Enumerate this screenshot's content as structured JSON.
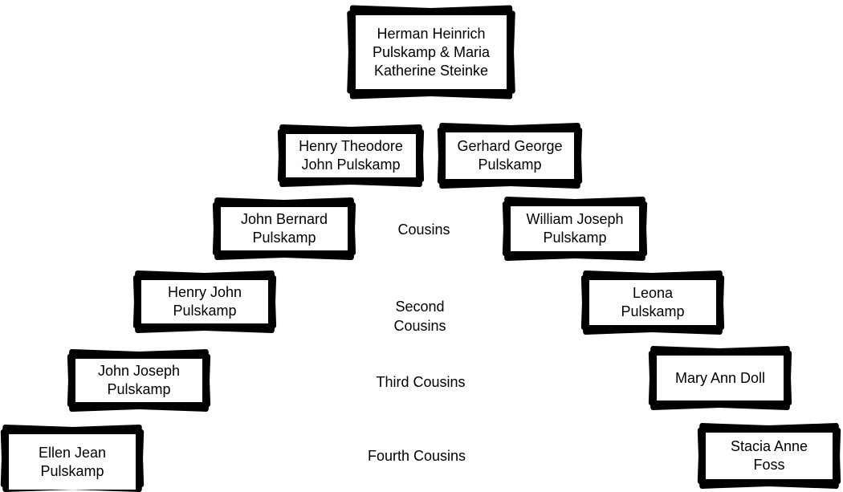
{
  "ancestor": {
    "name": "Herman Heinrich\nPulskamp & Maria\nKatherine Steinke"
  },
  "left_line": [
    "Henry Theodore\nJohn Pulskamp",
    "John Bernard\nPulskamp",
    "Henry John\nPulskamp",
    "John Joseph\nPulskamp",
    "Ellen Jean\nPulskamp"
  ],
  "right_line": [
    "Gerhard George\nPulskamp",
    "William Joseph\nPulskamp",
    "Leona\nPulskamp",
    "Mary Ann Doll",
    "Stacia Anne\nFoss"
  ],
  "relationships": [
    "Cousins",
    "Second\nCousins",
    "Third Cousins",
    "Fourth Cousins"
  ]
}
